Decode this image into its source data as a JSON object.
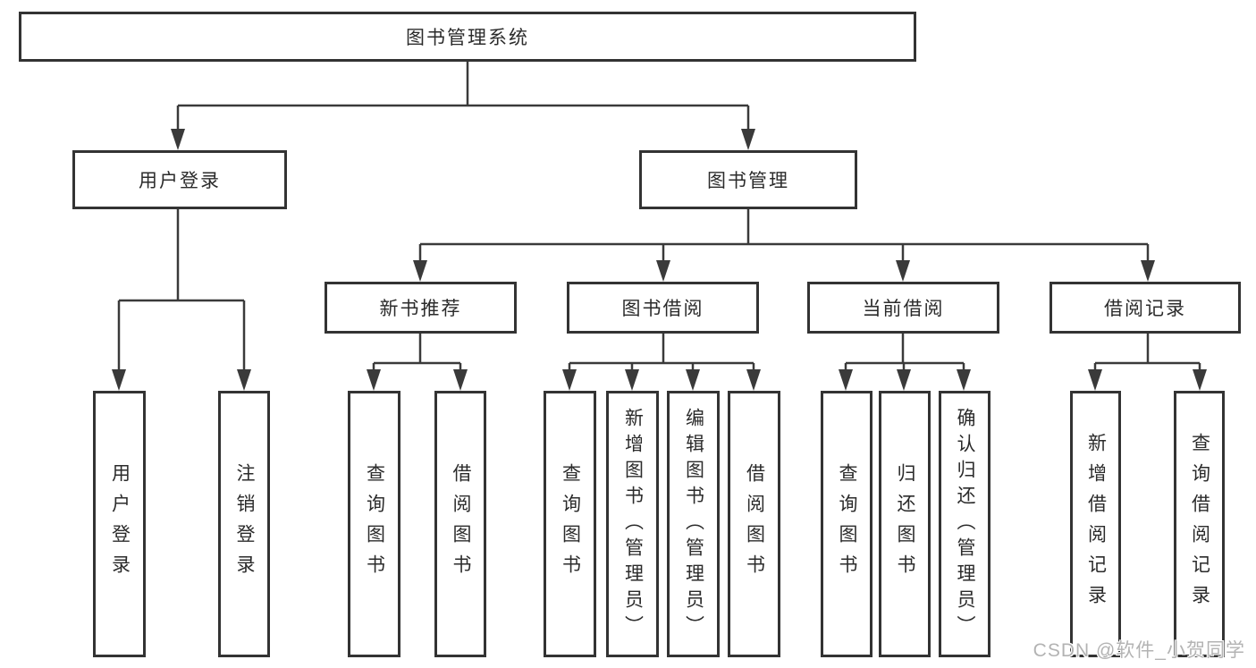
{
  "diagram": {
    "root": {
      "label": "图书管理系统"
    },
    "login": {
      "label": "用户登录",
      "children": [
        {
          "label": "用户登录"
        },
        {
          "label": "注销登录"
        }
      ]
    },
    "mgmt": {
      "label": "图书管理",
      "children": [
        {
          "label": "新书推荐",
          "children": [
            {
              "label": "查询图书"
            },
            {
              "label": "借阅图书"
            }
          ]
        },
        {
          "label": "图书借阅",
          "children": [
            {
              "label": "查询图书"
            },
            {
              "label": "新增图书（管理员）"
            },
            {
              "label": "编辑图书（管理员）"
            },
            {
              "label": "借阅图书"
            }
          ]
        },
        {
          "label": "当前借阅",
          "children": [
            {
              "label": "查询图书"
            },
            {
              "label": "归还图书"
            },
            {
              "label": "确认归还（管理员）"
            }
          ]
        },
        {
          "label": "借阅记录",
          "children": [
            {
              "label": "新增借阅记录"
            },
            {
              "label": "查询借阅记录"
            }
          ]
        }
      ]
    }
  },
  "watermark": {
    "text": "CSDN @软件_小贺同学"
  },
  "colors": {
    "line": "#3a3a3a",
    "box_border": "#333333",
    "text": "#2b2b2b",
    "watermark": "#b3b3b3",
    "background": "#ffffff"
  }
}
